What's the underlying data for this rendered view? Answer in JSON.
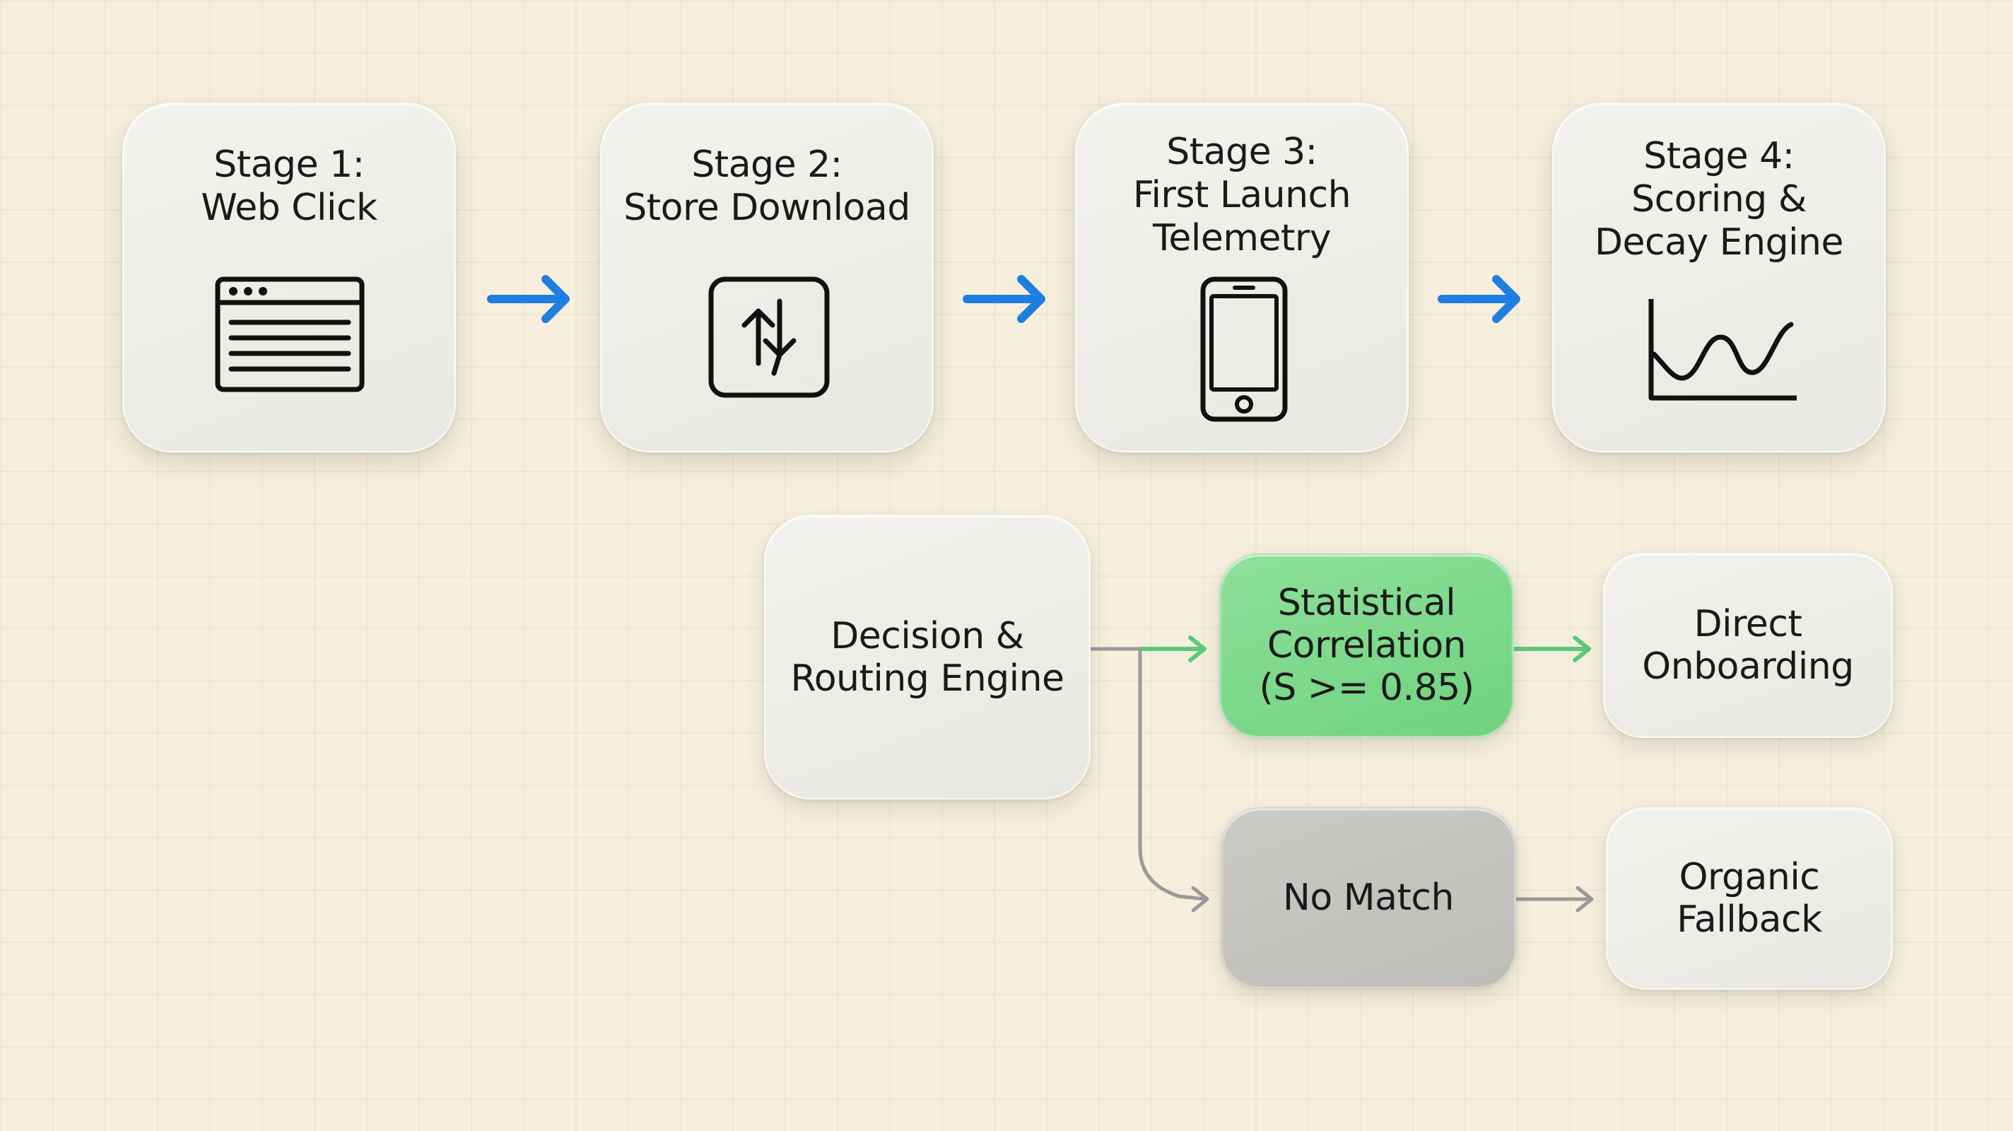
{
  "stages": [
    {
      "line1": "Stage 1:",
      "line2": "Web Click",
      "line3": "",
      "icon": "browser-window-icon"
    },
    {
      "line1": "Stage 2:",
      "line2": "Store Download",
      "line3": "",
      "icon": "download-arrows-icon"
    },
    {
      "line1": "Stage 3:",
      "line2": "First Launch",
      "line3": "Telemetry",
      "icon": "smartphone-icon"
    },
    {
      "line1": "Stage 4:",
      "line2": "Scoring &",
      "line3": "Decay Engine",
      "icon": "line-graph-icon"
    }
  ],
  "decision": {
    "line1": "Decision &",
    "line2": "Routing Engine"
  },
  "match": {
    "line1": "Statistical",
    "line2": "Correlation",
    "line3": "(S >= 0.85)"
  },
  "no_match": {
    "label": "No Match"
  },
  "direct": {
    "line1": "Direct",
    "line2": "Onboarding"
  },
  "organic": {
    "line1": "Organic",
    "line2": "Fallback"
  },
  "colors": {
    "background": "#f6efde",
    "stage_arrow": "#1f7fe0",
    "match_path": "#5cc97a",
    "match_node": "#7ad68a",
    "no_match_node": "#c4c3bf",
    "fallback_path": "#9a9a9a"
  }
}
